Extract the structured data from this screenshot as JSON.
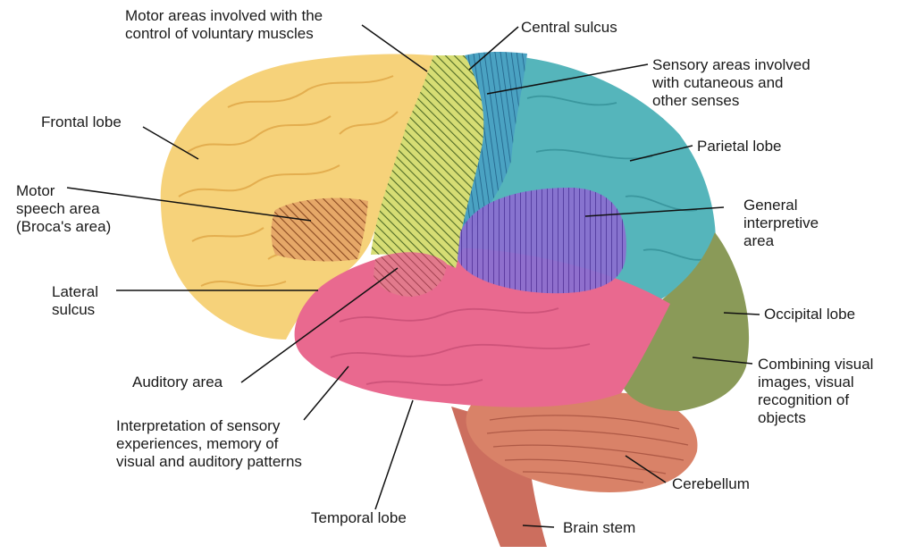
{
  "labels": {
    "motor_areas": "Motor areas involved with the\ncontrol of voluntary muscles",
    "central_sulcus": "Central sulcus",
    "sensory_areas": "Sensory areas involved\nwith cutaneous and\nother senses",
    "frontal_lobe": "Frontal lobe",
    "parietal_lobe": "Parietal lobe",
    "motor_speech": "Motor\nspeech area\n(Broca's area)",
    "general_interpretive": "General\ninterpretive\narea",
    "lateral_sulcus": "Lateral\nsulcus",
    "occipital_lobe": "Occipital lobe",
    "auditory_area": "Auditory area",
    "combining_visual": "Combining visual\nimages, visual\nrecognition of\nobjects",
    "interpretation": "Interpretation of sensory\nexperiences, memory of\nvisual and auditory patterns",
    "cerebellum": "Cerebellum",
    "temporal_lobe": "Temporal lobe",
    "brain_stem": "Brain stem"
  },
  "colors": {
    "frontal": "#f6d27a",
    "frontal_dark": "#e7b552",
    "motor_hatch": "#5e7a2c",
    "motor_bg": "#cfd96a",
    "sensory": "#3a93b4",
    "parietal": "#55b5bb",
    "interpretive": "#7a5cc6",
    "temporal": "#e9698f",
    "occipital": "#8a9a58",
    "cerebellum": "#d88068",
    "brainstem": "#d4786a",
    "broca": "#a86a3a"
  }
}
